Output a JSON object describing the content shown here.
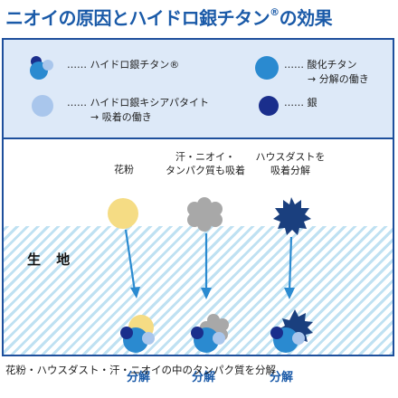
{
  "title": "ニオイの原因とハイドロ銀チタン",
  "title_mark": "®",
  "title_suffix": "の効果",
  "legend": {
    "items": [
      {
        "text": "…… ハイドロ銀チタン®"
      },
      {
        "text": "…… 酸化チタン",
        "sub": "→ 分解の働き"
      },
      {
        "text": "…… ハイドロ銀キシアパタイト",
        "sub": "→ 吸着の働き"
      },
      {
        "text": "…… 銀"
      }
    ]
  },
  "soil_label": "生 地",
  "columns": [
    {
      "label": [
        "花粉"
      ],
      "decompose": "分解",
      "shape": "circle",
      "color": "#f5dc84"
    },
    {
      "label": [
        "汗・ニオイ・",
        "タンパク質も吸着"
      ],
      "decompose": "分解",
      "shape": "blob",
      "color": "#a8a8a8"
    },
    {
      "label": [
        "ハウスダストを",
        "吸着分解"
      ],
      "decompose": "分解",
      "shape": "star",
      "color": "#1a3f7e"
    }
  ],
  "caption": "花粉・ハウスダスト・汗・ニオイの中のタンパク質を分解",
  "colors": {
    "accent": "#1a5aa8",
    "titanium_oxide": "#2a8ad0",
    "silver": "#1a2e8c",
    "apatite": "#a9c6ec",
    "legend_bg": "#dde9f8",
    "soil_stripe": "#bfe1f2",
    "frame": "#1e4f9c"
  }
}
